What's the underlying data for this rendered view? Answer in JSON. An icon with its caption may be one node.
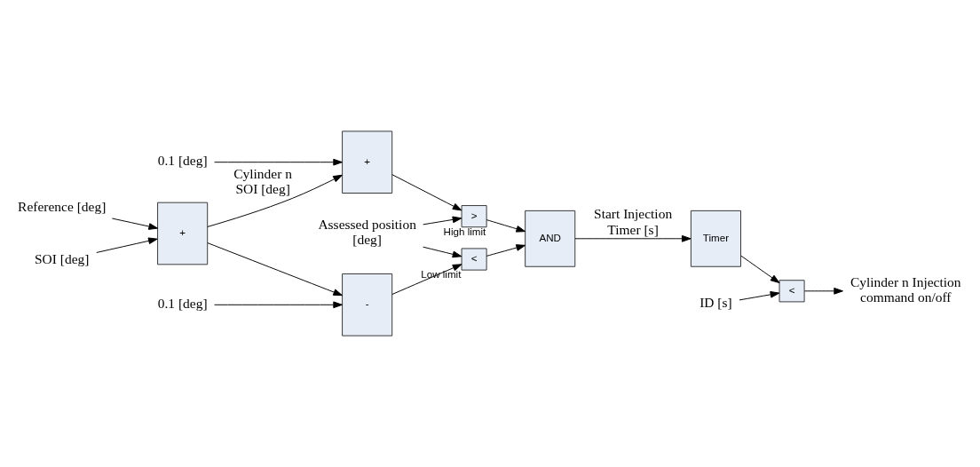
{
  "diagram": {
    "nodes": [
      {
        "text": [
          "Reference [deg]"
        ]
      },
      {
        "text": [
          "SOI [deg]"
        ]
      },
      {
        "text": [
          "+"
        ]
      },
      {
        "text": [
          "0.1 [deg]"
        ]
      },
      {
        "text": [
          "+"
        ]
      },
      {
        "text": [
          "0.1 [deg]"
        ]
      },
      {
        "text": [
          "-"
        ]
      },
      {
        "text": [
          "Assessed position [deg]"
        ]
      },
      {
        "text": [
          ">"
        ],
        "beside": [
          "High limit"
        ]
      },
      {
        "text": [
          "<"
        ],
        "beside": [
          "Low limit"
        ]
      },
      {
        "text": [
          "AND"
        ]
      },
      {
        "text": [
          "Timer"
        ]
      },
      {
        "text": [
          "ID [s]"
        ]
      },
      {
        "text": [
          "<"
        ]
      },
      {
        "text": [
          "Cylinder n Injection command on/off"
        ]
      }
    ],
    "edges": [
      {
        "from": 0,
        "to": 2,
        "arrow": "to"
      },
      {
        "from": 1,
        "to": 2,
        "arrow": "to"
      },
      {
        "from": 2,
        "to": 4,
        "arrow": "to",
        "label": "Cylinder n SOI [deg]"
      },
      {
        "from": 2,
        "to": 6,
        "arrow": "to"
      },
      {
        "from": 3,
        "to": 4,
        "arrow": "to"
      },
      {
        "from": 5,
        "to": 6,
        "arrow": "to"
      },
      {
        "from": 4,
        "to": 8,
        "arrow": "to"
      },
      {
        "from": 7,
        "to": 8,
        "arrow": "to"
      },
      {
        "from": 6,
        "to": 9,
        "arrow": "to"
      },
      {
        "from": 7,
        "to": 9,
        "arrow": "to"
      },
      {
        "from": 8,
        "to": 10,
        "arrow": "to"
      },
      {
        "from": 9,
        "to": 10,
        "arrow": "to"
      },
      {
        "from": 10,
        "to": 11,
        "arrow": "to",
        "label": "Start Injection Timer [s]"
      },
      {
        "from": 11,
        "to": 13,
        "arrow": "to"
      },
      {
        "from": 12,
        "to": 13,
        "arrow": "to"
      },
      {
        "from": 13,
        "to": 14,
        "arrow": "to"
      }
    ]
  }
}
